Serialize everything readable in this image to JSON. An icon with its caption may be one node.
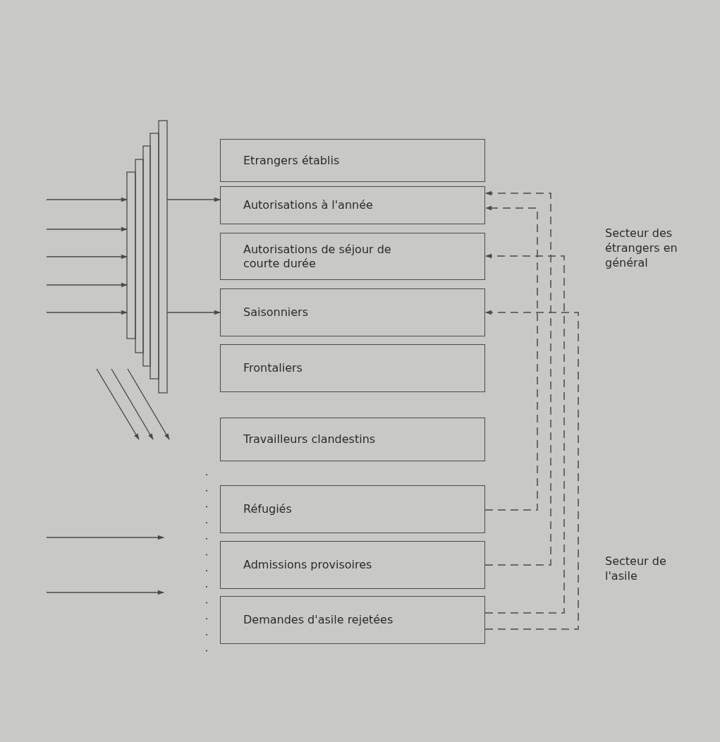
{
  "diagram": {
    "nodes": [
      {
        "text": [
          "Etrangers établis"
        ]
      },
      {
        "text": [
          "Autorisations à l'année"
        ]
      },
      {
        "text": [
          "Autorisations de séjour de courte durée"
        ]
      },
      {
        "text": [
          "Saisonniers"
        ]
      },
      {
        "text": [
          "Frontaliers"
        ]
      },
      {
        "text": [
          "Travailleurs clandestins"
        ]
      },
      {
        "text": [
          "Réfugiés"
        ]
      },
      {
        "text": [
          "Admissions provisoires"
        ]
      },
      {
        "text": [
          "Demandes d'asile rejetées"
        ]
      },
      {
        "text": [],
        "shape": "bar"
      }
    ],
    "edges": [
      {
        "from": null,
        "to": 9,
        "arrow": "to"
      },
      {
        "from": null,
        "to": 9,
        "arrow": "to"
      },
      {
        "from": null,
        "to": 9,
        "arrow": "to"
      },
      {
        "from": null,
        "to": 9,
        "arrow": "to"
      },
      {
        "from": null,
        "to": 9,
        "arrow": "to"
      },
      {
        "from": 9,
        "to": 1,
        "arrow": "to"
      },
      {
        "from": 9,
        "to": 3,
        "arrow": "to"
      },
      {
        "from": 6,
        "to": 1,
        "arrow": "to",
        "style": "dashed"
      },
      {
        "from": 7,
        "to": 1,
        "arrow": "to",
        "style": "dashed"
      },
      {
        "from": 8,
        "to": 2,
        "arrow": "to",
        "style": "dashed"
      },
      {
        "from": 8,
        "to": 3,
        "arrow": "to",
        "style": "dashed"
      }
    ],
    "labels": [
      "Secteur des étrangers en général",
      "Secteur de l'asile"
    ]
  }
}
